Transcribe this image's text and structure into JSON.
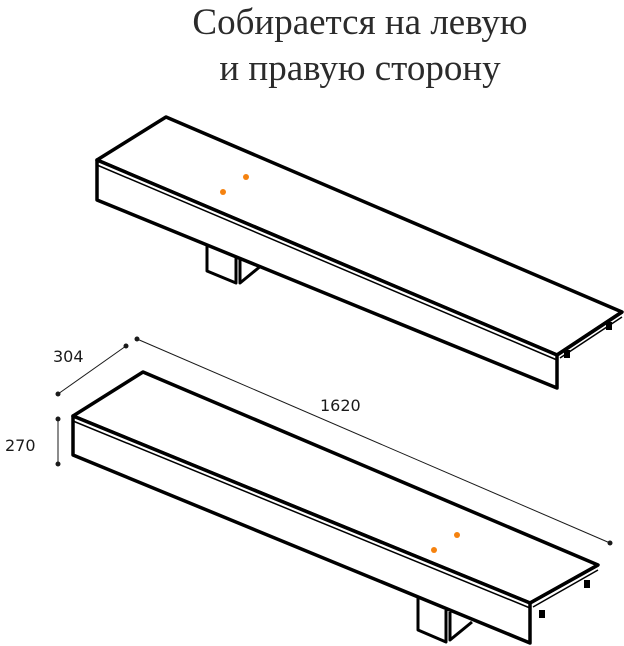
{
  "title": {
    "line1": "Собирается на левую",
    "line2": "и правую сторону"
  },
  "dimensions": {
    "depth": "304",
    "height": "270",
    "length": "1620"
  },
  "colors": {
    "stroke": "#000000",
    "marker": "#f5820f",
    "title": "#2b2b2b"
  }
}
